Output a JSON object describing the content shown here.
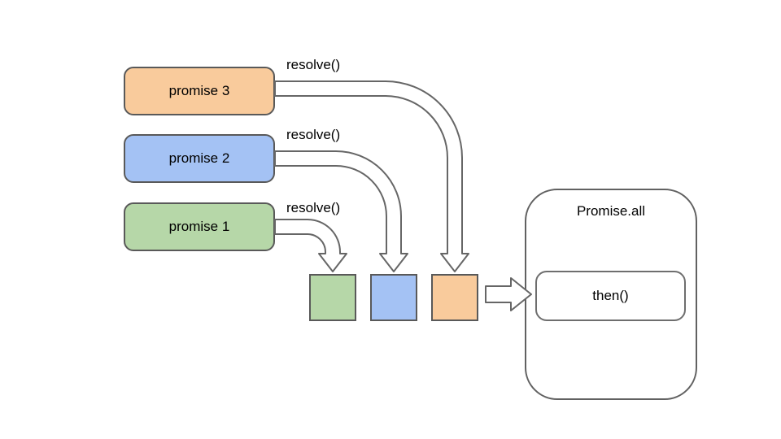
{
  "diagram": {
    "background": "#ffffff",
    "promises": [
      {
        "label": "promise 3",
        "resolve_label": "resolve()",
        "fill": "#f9cb9c"
      },
      {
        "label": "promise 2",
        "resolve_label": "resolve()",
        "fill": "#a4c2f4"
      },
      {
        "label": "promise 1",
        "resolve_label": "resolve()",
        "fill": "#b6d7a8"
      }
    ],
    "result_squares": [
      {
        "name": "resolved-value-square-green",
        "fill": "#b6d7a8"
      },
      {
        "name": "resolved-value-square-blue",
        "fill": "#a4c2f4"
      },
      {
        "name": "resolved-value-square-orange",
        "fill": "#f9cb9c"
      }
    ],
    "aggregator": {
      "title": "Promise.all",
      "then_label": "then()"
    },
    "colors": {
      "box_border": "#595959",
      "arrow_stroke": "#666666",
      "text": "#000000"
    }
  }
}
